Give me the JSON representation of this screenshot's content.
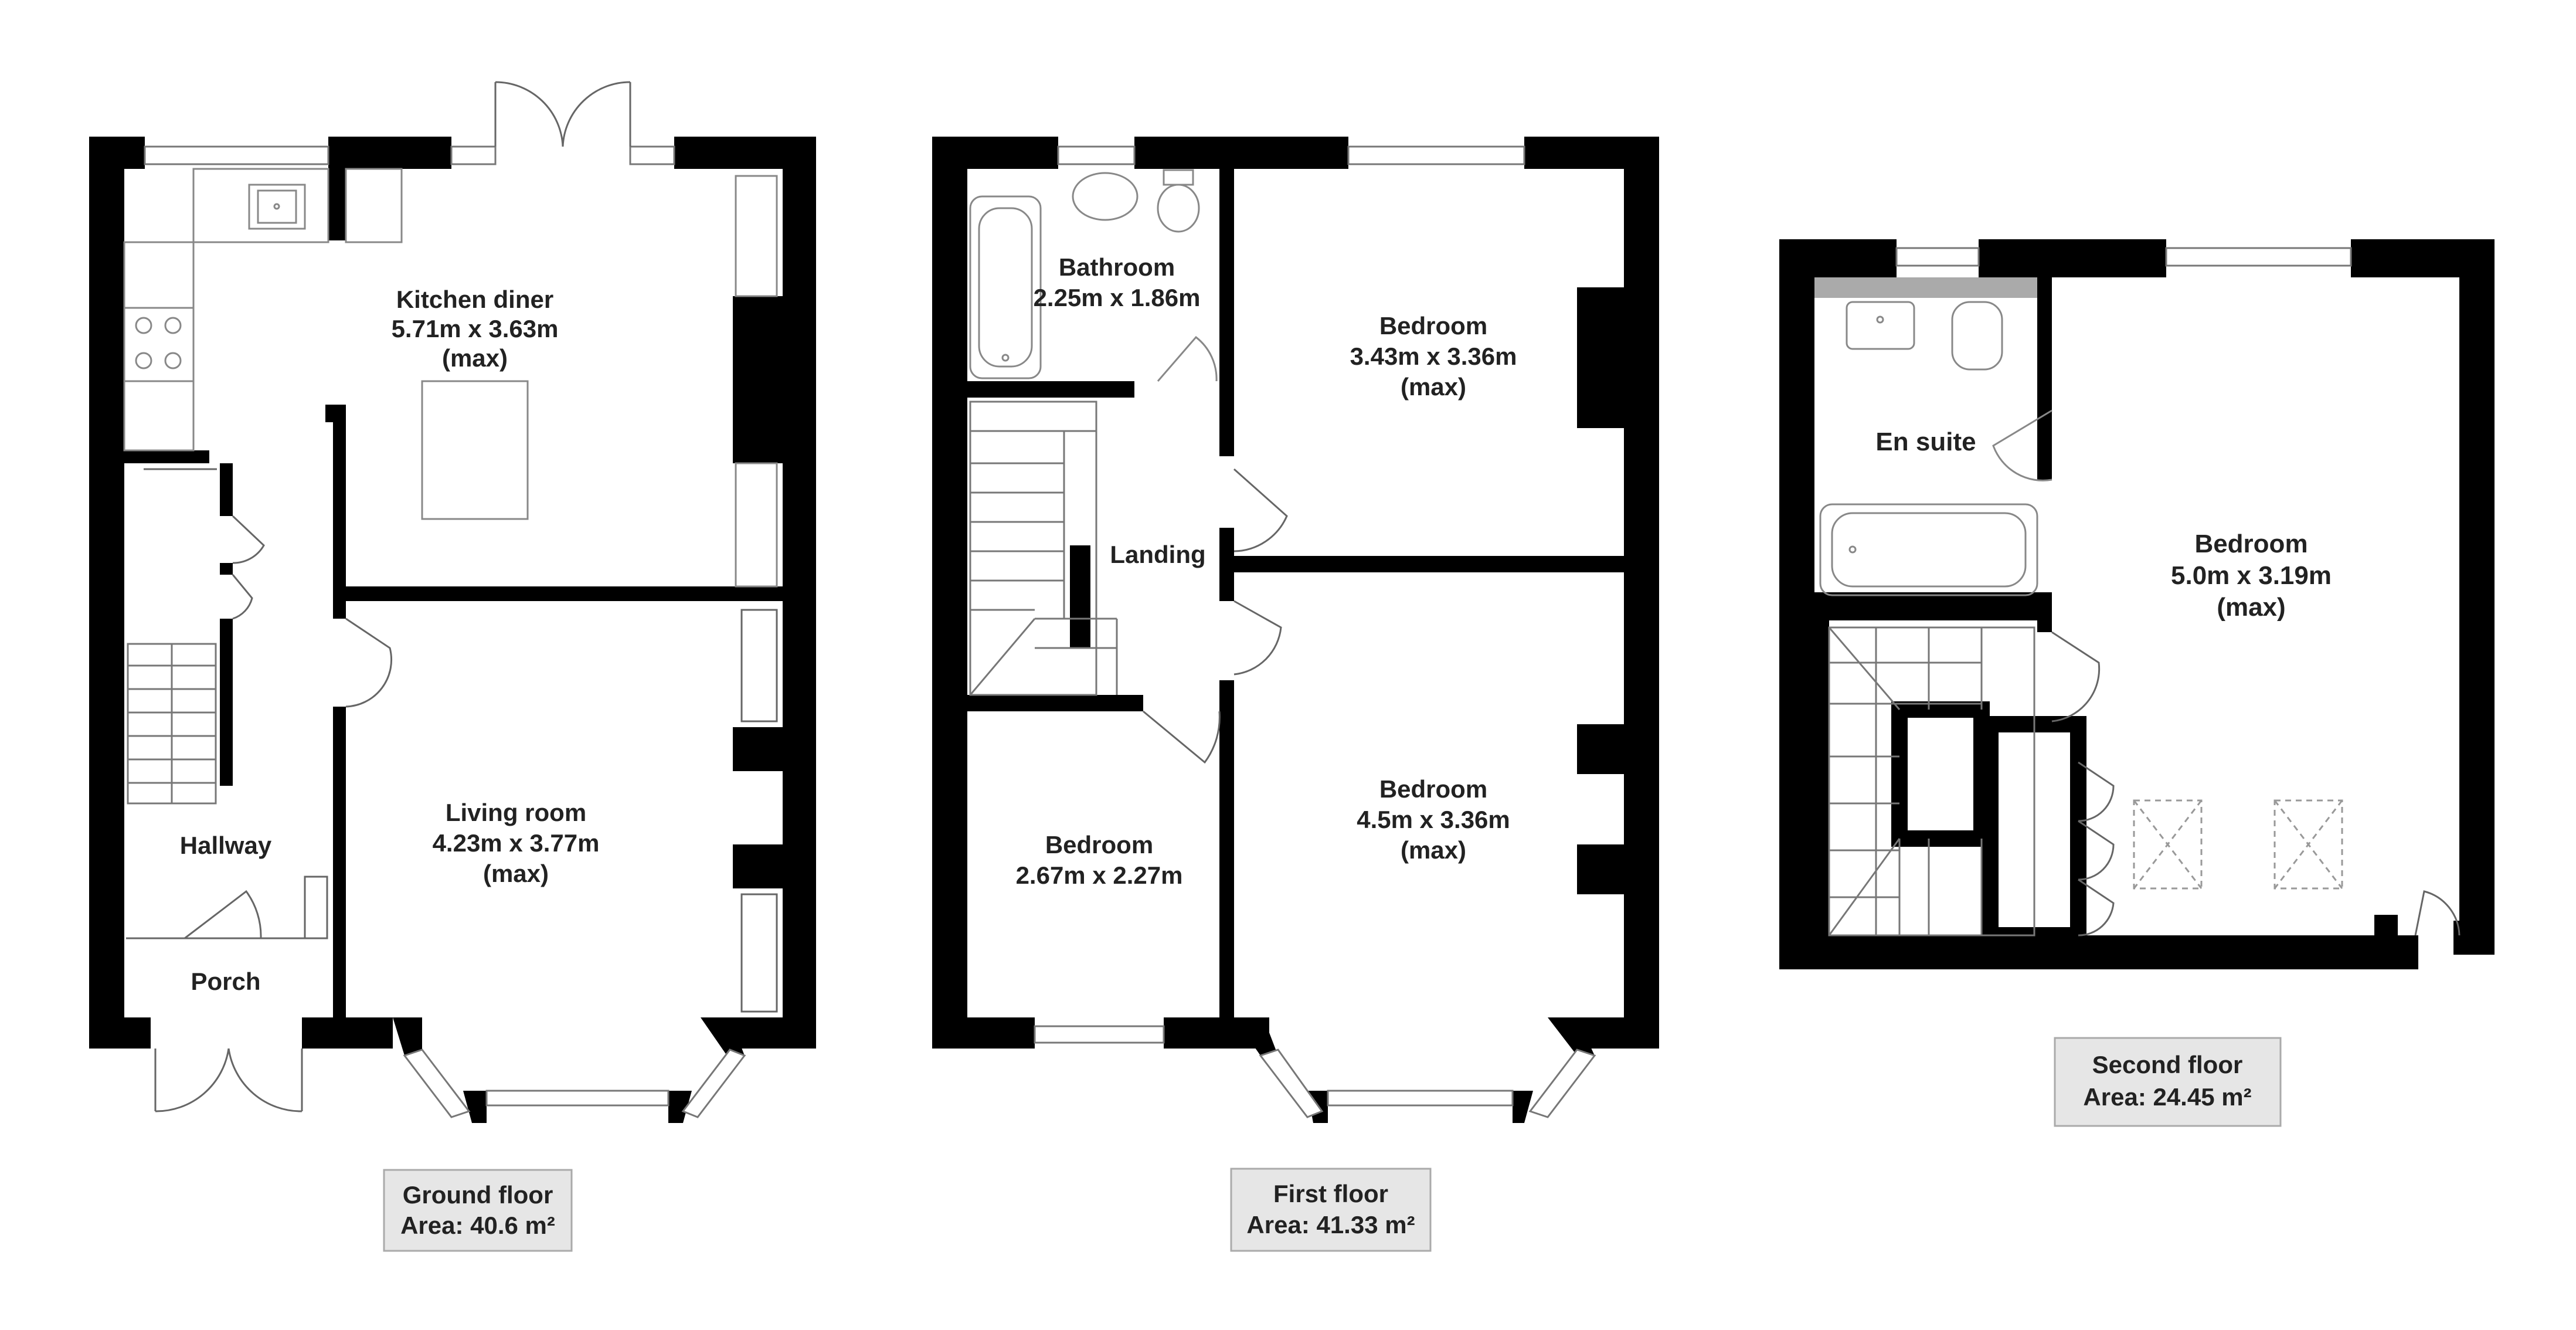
{
  "ground_floor": {
    "rooms": {
      "kitchen": {
        "name": "Kitchen diner",
        "size": "5.71m x 3.63m",
        "note": "(max)"
      },
      "living": {
        "name": "Living room",
        "size": "4.23m x 3.77m",
        "note": "(max)"
      },
      "hallway": {
        "name": "Hallway"
      },
      "porch": {
        "name": "Porch"
      }
    },
    "caption": {
      "title": "Ground floor",
      "area": "Area: 40.6 m²"
    }
  },
  "first_floor": {
    "rooms": {
      "bathroom": {
        "name": "Bathroom",
        "size": "2.25m x 1.86m"
      },
      "landing": {
        "name": "Landing"
      },
      "bedroom_rear": {
        "name": "Bedroom",
        "size": "3.43m x 3.36m",
        "note": "(max)"
      },
      "bedroom_front": {
        "name": "Bedroom",
        "size": "4.5m x 3.36m",
        "note": "(max)"
      },
      "bedroom_small": {
        "name": "Bedroom",
        "size": "2.67m x 2.27m"
      }
    },
    "caption": {
      "title": "First floor",
      "area": "Area: 41.33 m²"
    }
  },
  "second_floor": {
    "rooms": {
      "ensuite": {
        "name": "En suite"
      },
      "bedroom": {
        "name": "Bedroom",
        "size": "5.0m x 3.19m",
        "note": "(max)"
      }
    },
    "caption": {
      "title": "Second floor",
      "area": "Area: 24.45 m²"
    }
  }
}
